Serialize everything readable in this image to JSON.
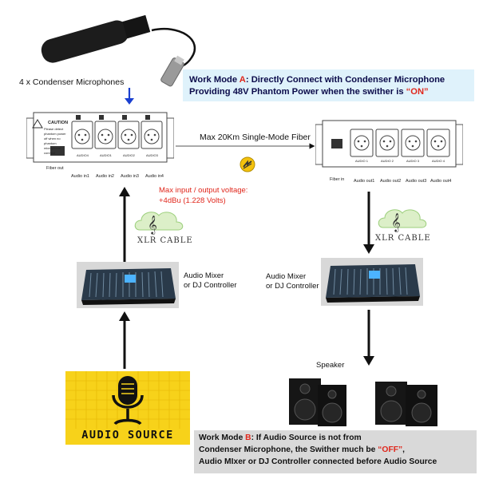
{
  "mic_label": "4 x Condenser Microphones",
  "mode_a": {
    "prefix": "Work Mode ",
    "letter": "A",
    "line1_rest": ":  Directly Connect with Condenser Microphone",
    "line2_main": "Providing 48V Phantom Power when the swither is ",
    "line2_on": "“ON”"
  },
  "fiber_label": "Max 20Km Single-Mode Fiber",
  "voltage": {
    "line1": "Max input / output voltage:",
    "line2": "+4dBu (1.228 Volts)"
  },
  "xlr_label": "XLR CABLE",
  "mixer_label": {
    "line1": "Audio Mixer",
    "line2": "or DJ Controller"
  },
  "speaker_label": "Speaker",
  "audio_source_label": "AUDIO SOURCE",
  "transmitter": {
    "fiber_out": "Fiber out",
    "inputs": [
      "Audio in1",
      "Audio in2",
      "Audio in3",
      "Audio in4"
    ],
    "channels": [
      "AUDIO1",
      "AUDIO2",
      "AUDIO3",
      "AUDIO4"
    ],
    "caution_title": "CAUTION",
    "caution_text": "Please detect phantom power off when no phantom microphone connect"
  },
  "receiver": {
    "fiber_in": "Fiber in",
    "outputs": [
      "Audio out1",
      "Audio out2",
      "Audio out3",
      "Audio out4"
    ],
    "channels": [
      "AUDIO 1",
      "AUDIO 2",
      "AUDIO 3",
      "AUDIO 4"
    ]
  },
  "mode_b": {
    "prefix": "Work Mode ",
    "letter": "B",
    "line1_rest": ":  If Audio Source is not from",
    "line2_main": "Condenser Microphone,  the Swither much be ",
    "line2_off": "“OFF”",
    "line2_end": ",",
    "line3": "Audio MIxer or DJ Controller connected before Audio Source"
  },
  "colors": {
    "mode_a_bg": "#dff2fb",
    "highlight_red": "#e0261b",
    "audio_source_bg": "#f7d21a",
    "mode_b_bg": "#d9d9d9"
  }
}
